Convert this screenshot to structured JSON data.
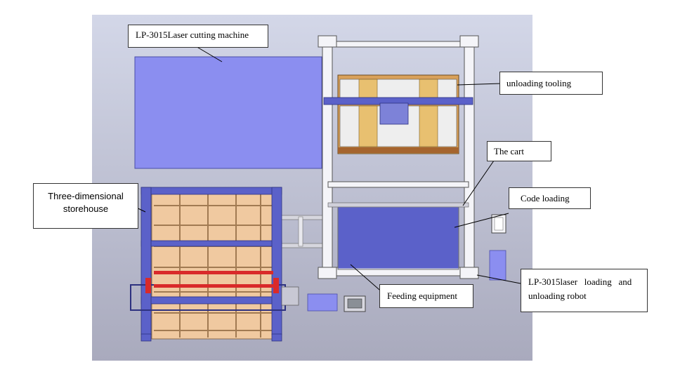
{
  "colors": {
    "background_top": "#d3d7e8",
    "background_bottom": "#a9aabd",
    "machine_blue": "#8b8ef0",
    "frame_blue": "#5b61c9",
    "pallet_wood": "#f0c9a0",
    "tooling_orange": "#d9a15a",
    "green_panel": "#3da64a",
    "red_part": "#d92a2a"
  },
  "labels": {
    "laser_machine": "LP-3015Laser cutting machine",
    "unloading_tooling": "unloading tooling",
    "the_cart": "The cart",
    "code_loading": "Code loading",
    "storehouse_line1": "Three-dimensional",
    "storehouse_line2": "storehouse",
    "feeding_equipment": "Feeding equipment",
    "robot_line1": "LP-3015laser   loading   and",
    "robot_line2": "unloading robot"
  }
}
